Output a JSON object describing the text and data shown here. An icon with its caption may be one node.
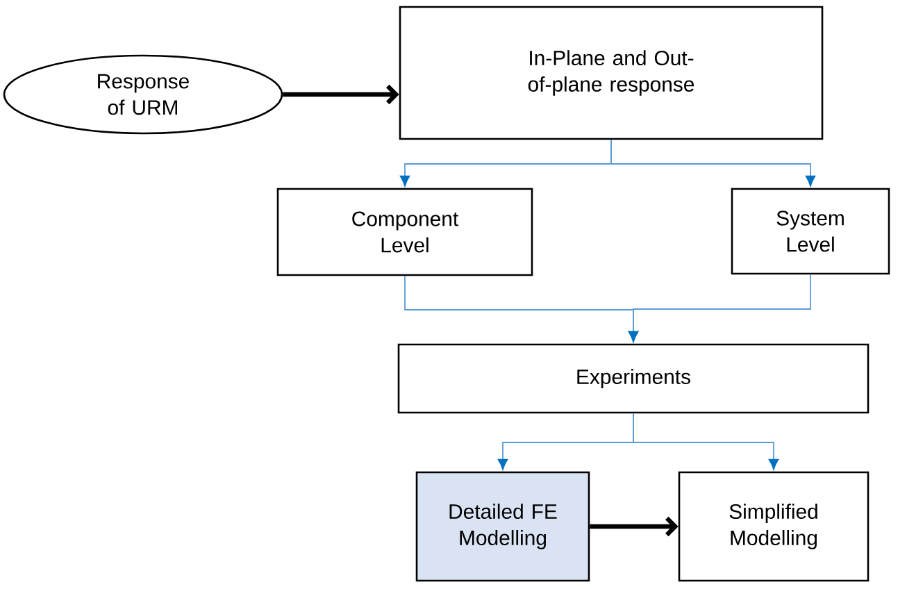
{
  "diagram": {
    "nodes": [
      {
        "text": [
          "Response of URM"
        ]
      },
      {
        "text": [
          "In-Plane and Out-of-plane response"
        ]
      },
      {
        "text": [
          "Component Level"
        ]
      },
      {
        "text": [
          "System Level"
        ]
      },
      {
        "text": [
          "Experiments"
        ]
      },
      {
        "text": [
          "Detailed FE Modelling"
        ]
      },
      {
        "text": [
          "Simplified Modelling"
        ]
      }
    ],
    "edges": [
      {
        "from": 0,
        "to": 1,
        "arrow": "to",
        "style": "thick",
        "color": "#000000"
      },
      {
        "from": 1,
        "to": 2,
        "arrow": "to"
      },
      {
        "from": 1,
        "to": 3,
        "arrow": "to"
      },
      {
        "from": 2,
        "to": 4,
        "arrow": "to"
      },
      {
        "from": 3,
        "to": 4,
        "arrow": "to"
      },
      {
        "from": 4,
        "to": 5,
        "arrow": "to"
      },
      {
        "from": 4,
        "to": 6,
        "arrow": "to"
      },
      {
        "from": 5,
        "to": 6,
        "arrow": "to",
        "style": "thick",
        "color": "#000000"
      }
    ]
  }
}
